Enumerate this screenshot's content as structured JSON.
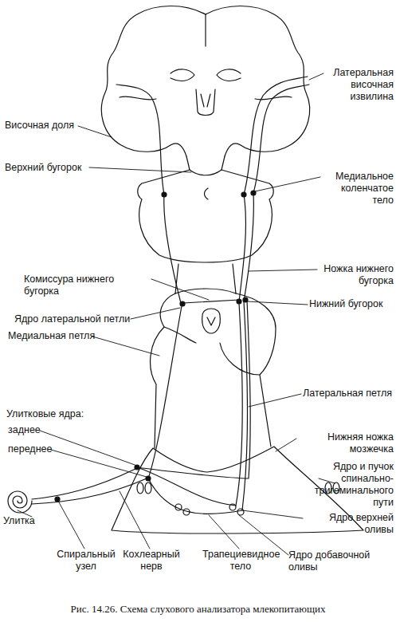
{
  "diagram": {
    "caption": "Рис. 14.26. Схема слухового анализатора млекопитающих",
    "labels": [
      "Латеральная височная извилина",
      "Височная доля",
      "Верхний бугорок",
      "Медиальное коленчатое тело",
      "Ножка нижнего бугорка",
      "Комиссура нижнего бугорка",
      "Нижний бугорок",
      "Ядро латеральной петли",
      "Медиальная петля",
      "Латеральная петля",
      "Улитковые ядра:",
      "заднее",
      "Нижняя ножка мозжечка",
      "переднее",
      "Ядро и пучок спинально-тригеминального пути",
      "Улитка",
      "Ядро верхней оливы",
      "Спиральный узел",
      "Кохлеарный нерв",
      "Трапециевидное тело",
      "Ядро добавочной оливы"
    ]
  }
}
